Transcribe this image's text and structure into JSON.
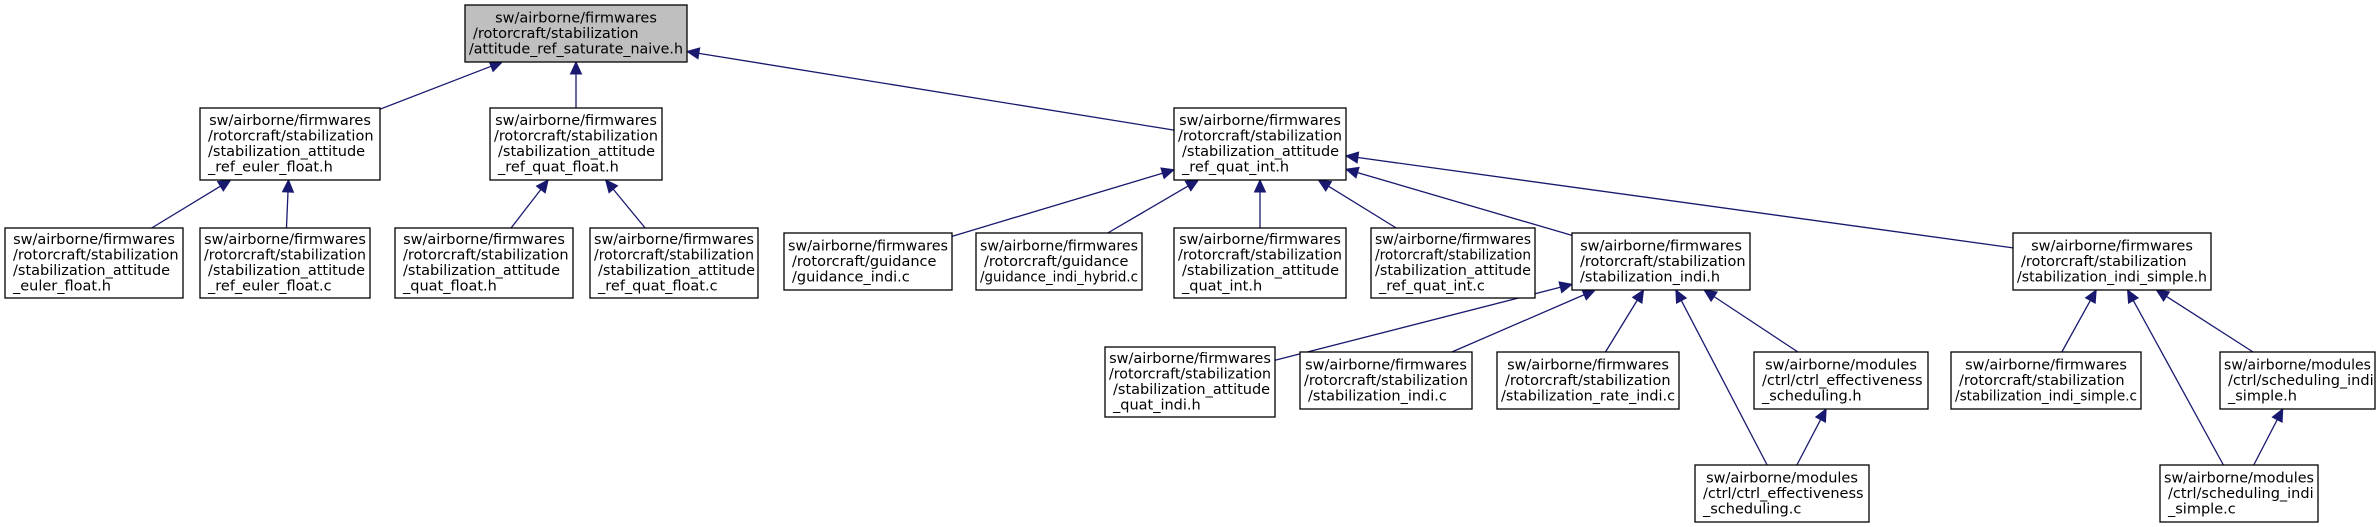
{
  "colors": {
    "edge": "#191970",
    "node_border": "#000000",
    "root_fill": "#bfbfbf",
    "node_fill": "#ffffff"
  },
  "nodes": [
    {
      "id": "root",
      "lines": [
        "sw/airborne/firmwares",
        "/rotorcraft/stabilization",
        "/attitude_ref_saturate_naive.h"
      ]
    },
    {
      "id": "ref_euler_float_h",
      "lines": [
        "sw/airborne/firmwares",
        "/rotorcraft/stabilization",
        "/stabilization_attitude",
        "_ref_euler_float.h"
      ]
    },
    {
      "id": "ref_quat_float_h",
      "lines": [
        "sw/airborne/firmwares",
        "/rotorcraft/stabilization",
        "/stabilization_attitude",
        "_ref_quat_float.h"
      ]
    },
    {
      "id": "ref_quat_int_h",
      "lines": [
        "sw/airborne/firmwares",
        "/rotorcraft/stabilization",
        "/stabilization_attitude",
        "_ref_quat_int.h"
      ]
    },
    {
      "id": "attitude_euler_float_h",
      "lines": [
        "sw/airborne/firmwares",
        "/rotorcraft/stabilization",
        "/stabilization_attitude",
        "_euler_float.h"
      ]
    },
    {
      "id": "ref_euler_float_c",
      "lines": [
        "sw/airborne/firmwares",
        "/rotorcraft/stabilization",
        "/stabilization_attitude",
        "_ref_euler_float.c"
      ]
    },
    {
      "id": "attitude_quat_float_h",
      "lines": [
        "sw/airborne/firmwares",
        "/rotorcraft/stabilization",
        "/stabilization_attitude",
        "_quat_float.h"
      ]
    },
    {
      "id": "ref_quat_float_c",
      "lines": [
        "sw/airborne/firmwares",
        "/rotorcraft/stabilization",
        "/stabilization_attitude",
        "_ref_quat_float.c"
      ]
    },
    {
      "id": "guidance_indi_c",
      "lines": [
        "sw/airborne/firmwares",
        "/rotorcraft/guidance",
        "/guidance_indi.c"
      ]
    },
    {
      "id": "guidance_indi_hybrid_c",
      "lines": [
        "sw/airborne/firmwares",
        "/rotorcraft/guidance",
        "/guidance_indi_hybrid.c"
      ]
    },
    {
      "id": "attitude_quat_int_h",
      "lines": [
        "sw/airborne/firmwares",
        "/rotorcraft/stabilization",
        "/stabilization_attitude",
        "_quat_int.h"
      ]
    },
    {
      "id": "ref_quat_int_c",
      "lines": [
        "sw/airborne/firmwares",
        "/rotorcraft/stabilization",
        "/stabilization_attitude",
        "_ref_quat_int.c"
      ]
    },
    {
      "id": "stab_indi_h",
      "lines": [
        "sw/airborne/firmwares",
        "/rotorcraft/stabilization",
        "/stabilization_indi.h"
      ]
    },
    {
      "id": "stab_indi_simple_h",
      "lines": [
        "sw/airborne/firmwares",
        "/rotorcraft/stabilization",
        "/stabilization_indi_simple.h"
      ]
    },
    {
      "id": "attitude_quat_indi_h",
      "lines": [
        "sw/airborne/firmwares",
        "/rotorcraft/stabilization",
        "/stabilization_attitude",
        "_quat_indi.h"
      ]
    },
    {
      "id": "stab_indi_c",
      "lines": [
        "sw/airborne/firmwares",
        "/rotorcraft/stabilization",
        "/stabilization_indi.c"
      ]
    },
    {
      "id": "stab_rate_indi_c",
      "lines": [
        "sw/airborne/firmwares",
        "/rotorcraft/stabilization",
        "/stabilization_rate_indi.c"
      ]
    },
    {
      "id": "ctrl_eff_sched_h",
      "lines": [
        "sw/airborne/modules",
        "/ctrl/ctrl_effectiveness",
        "_scheduling.h"
      ]
    },
    {
      "id": "stab_indi_simple_c",
      "lines": [
        "sw/airborne/firmwares",
        "/rotorcraft/stabilization",
        "/stabilization_indi_simple.c"
      ]
    },
    {
      "id": "sched_indi_simple_h",
      "lines": [
        "sw/airborne/modules",
        "/ctrl/scheduling_indi",
        "_simple.h"
      ]
    },
    {
      "id": "ctrl_eff_sched_c",
      "lines": [
        "sw/airborne/modules",
        "/ctrl/ctrl_effectiveness",
        "_scheduling.c"
      ]
    },
    {
      "id": "sched_indi_simple_c",
      "lines": [
        "sw/airborne/modules",
        "/ctrl/scheduling_indi",
        "_simple.c"
      ]
    }
  ],
  "edges": [
    {
      "from": "ref_euler_float_h",
      "to": "root"
    },
    {
      "from": "ref_quat_float_h",
      "to": "root"
    },
    {
      "from": "ref_quat_int_h",
      "to": "root"
    },
    {
      "from": "attitude_euler_float_h",
      "to": "ref_euler_float_h"
    },
    {
      "from": "ref_euler_float_c",
      "to": "ref_euler_float_h"
    },
    {
      "from": "attitude_quat_float_h",
      "to": "ref_quat_float_h"
    },
    {
      "from": "ref_quat_float_c",
      "to": "ref_quat_float_h"
    },
    {
      "from": "guidance_indi_c",
      "to": "ref_quat_int_h"
    },
    {
      "from": "guidance_indi_hybrid_c",
      "to": "ref_quat_int_h"
    },
    {
      "from": "attitude_quat_int_h",
      "to": "ref_quat_int_h"
    },
    {
      "from": "ref_quat_int_c",
      "to": "ref_quat_int_h"
    },
    {
      "from": "stab_indi_h",
      "to": "ref_quat_int_h"
    },
    {
      "from": "stab_indi_simple_h",
      "to": "ref_quat_int_h"
    },
    {
      "from": "attitude_quat_indi_h",
      "to": "stab_indi_h"
    },
    {
      "from": "stab_indi_c",
      "to": "stab_indi_h"
    },
    {
      "from": "stab_rate_indi_c",
      "to": "stab_indi_h"
    },
    {
      "from": "ctrl_eff_sched_h",
      "to": "stab_indi_h"
    },
    {
      "from": "ctrl_eff_sched_c",
      "to": "stab_indi_h"
    },
    {
      "from": "ctrl_eff_sched_c",
      "to": "ctrl_eff_sched_h"
    },
    {
      "from": "stab_indi_simple_c",
      "to": "stab_indi_simple_h"
    },
    {
      "from": "sched_indi_simple_h",
      "to": "stab_indi_simple_h"
    },
    {
      "from": "sched_indi_simple_c",
      "to": "stab_indi_simple_h"
    },
    {
      "from": "sched_indi_simple_c",
      "to": "sched_indi_simple_h"
    }
  ]
}
